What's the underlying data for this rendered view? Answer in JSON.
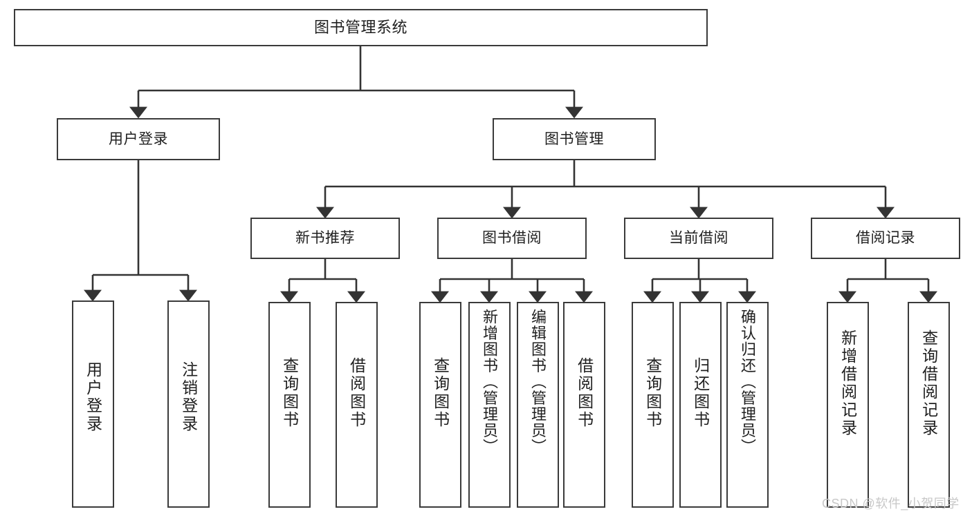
{
  "diagram": {
    "title": "图书管理系统",
    "type": "tree",
    "colors": {
      "background": "#ffffff",
      "box_border": "#3a3a3a",
      "box_fill": "#ffffff",
      "text": "#1f1f1f",
      "edge": "#333333",
      "watermark": "#c8c8c8"
    },
    "nodes": {
      "root": {
        "label": "图书管理系统"
      },
      "level2": [
        {
          "id": "user-login",
          "label": "用户登录"
        },
        {
          "id": "book-management",
          "label": "图书管理"
        }
      ],
      "level3": [
        {
          "id": "new-book-recommend",
          "label": "新书推荐"
        },
        {
          "id": "book-borrow",
          "label": "图书借阅"
        },
        {
          "id": "current-borrow",
          "label": "当前借阅"
        },
        {
          "id": "borrow-record",
          "label": "借阅记录"
        }
      ],
      "leaves": {
        "user_login": [
          {
            "id": "leaf-user-login",
            "label": "用户登录"
          },
          {
            "id": "leaf-logout-login",
            "label": "注销登录"
          }
        ],
        "new_book_recommend": [
          {
            "id": "leaf-query-book-1",
            "label": "查询图书"
          },
          {
            "id": "leaf-borrow-book-1",
            "label": "借阅图书"
          }
        ],
        "book_borrow": [
          {
            "id": "leaf-query-book-2",
            "label": "查询图书"
          },
          {
            "id": "leaf-add-book",
            "label": "新增图书（管理员）"
          },
          {
            "id": "leaf-edit-book",
            "label": "编辑图书（管理员）"
          },
          {
            "id": "leaf-borrow-book-2",
            "label": "借阅图书"
          }
        ],
        "current_borrow": [
          {
            "id": "leaf-query-book-3",
            "label": "查询图书"
          },
          {
            "id": "leaf-return-book",
            "label": "归还图书"
          },
          {
            "id": "leaf-confirm-return",
            "label": "确认归还（管理员）"
          }
        ],
        "borrow_record": [
          {
            "id": "leaf-add-record",
            "label": "新增借阅记录"
          },
          {
            "id": "leaf-query-record",
            "label": "查询借阅记录"
          }
        ]
      }
    },
    "watermark": "CSDN @软件_小贺同学"
  }
}
